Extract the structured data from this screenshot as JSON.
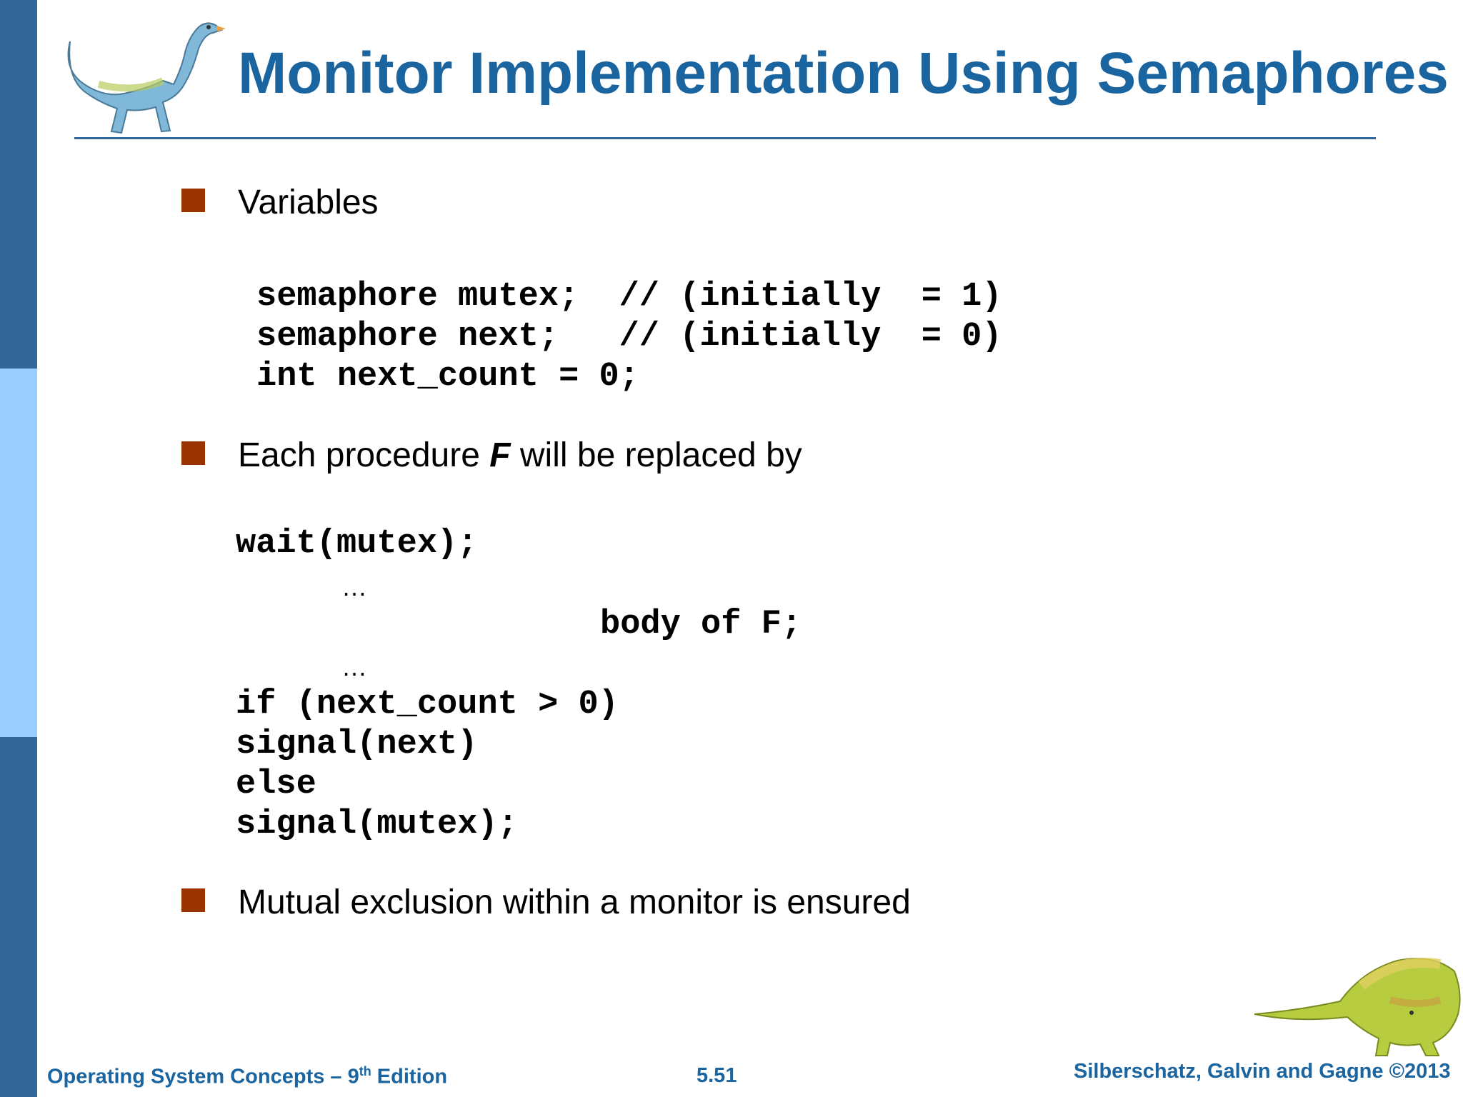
{
  "slide": {
    "title": "Monitor Implementation Using Semaphores"
  },
  "bullets": [
    {
      "text": "Variables"
    },
    {
      "prefix": "Each procedure ",
      "emph": "F",
      "suffix": " will be replaced by"
    },
    {
      "text": "Mutual exclusion within a monitor is ensured"
    }
  ],
  "variables_code": [
    "semaphore mutex;  // (initially  = 1)",
    "semaphore next;   // (initially  = 0)",
    "int next_count = 0;"
  ],
  "procedure_code": {
    "line1": "wait(mutex);",
    "ellipsis1": "…",
    "body": "body of F;",
    "ellipsis2": "…",
    "line2": "if (next_count > 0)",
    "line3": "signal(next)",
    "line4": "else",
    "line5": "signal(mutex);"
  },
  "footer": {
    "book": "Operating System Concepts – 9",
    "edition_sup": "th",
    "edition_word": " Edition",
    "slide_number": "5.51",
    "copyright": "Silberschatz, Galvin and Gagne ©2013"
  },
  "colors": {
    "title": "#1a64a0",
    "bullet": "#993300",
    "sidebar_dark": "#336699",
    "sidebar_light": "#99ccff"
  }
}
